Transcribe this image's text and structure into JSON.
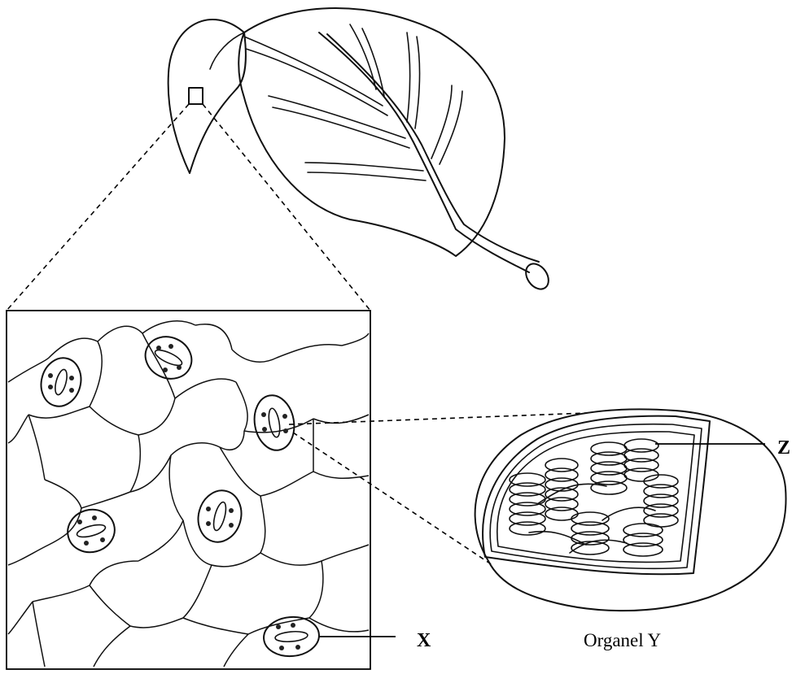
{
  "labels": {
    "x": "X",
    "z": "Z",
    "organelle_caption": "Organel Y"
  },
  "icons": [
    "leaf-icon",
    "stoma-icon",
    "chloroplast-icon"
  ],
  "colors": {
    "line": "#111111",
    "background": "#ffffff"
  }
}
